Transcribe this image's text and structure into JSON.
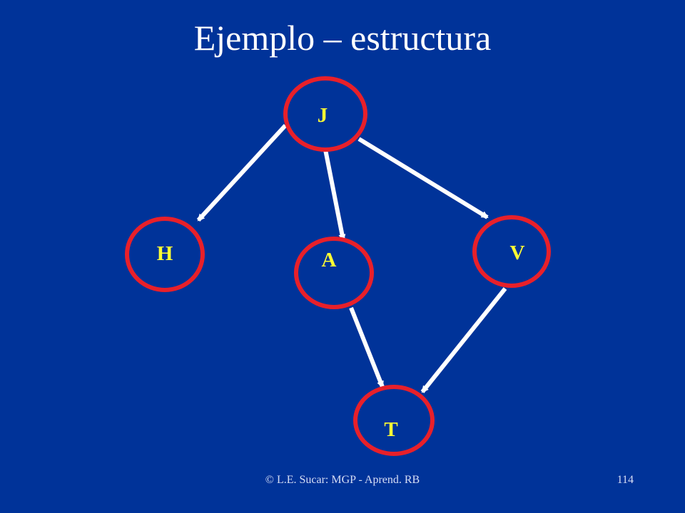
{
  "slide": {
    "title": "Ejemplo – estructura",
    "footer": "© L.E. Sucar: MGP - Aprend. RB",
    "page_number": "114"
  },
  "colors": {
    "background": "#003399",
    "node_stroke": "#E8202A",
    "node_label": "#FFFF33",
    "edge": "#FFFFFF",
    "title": "#FFFFFF",
    "footer": "#D6DEF5"
  },
  "diagram": {
    "nodes": [
      {
        "id": "J",
        "label": "J"
      },
      {
        "id": "H",
        "label": "H"
      },
      {
        "id": "A",
        "label": "A"
      },
      {
        "id": "V",
        "label": "V"
      },
      {
        "id": "T",
        "label": "T"
      }
    ],
    "edges": [
      {
        "from": "J",
        "to": "H"
      },
      {
        "from": "J",
        "to": "A"
      },
      {
        "from": "J",
        "to": "V"
      },
      {
        "from": "A",
        "to": "T"
      },
      {
        "from": "V",
        "to": "T"
      }
    ]
  }
}
